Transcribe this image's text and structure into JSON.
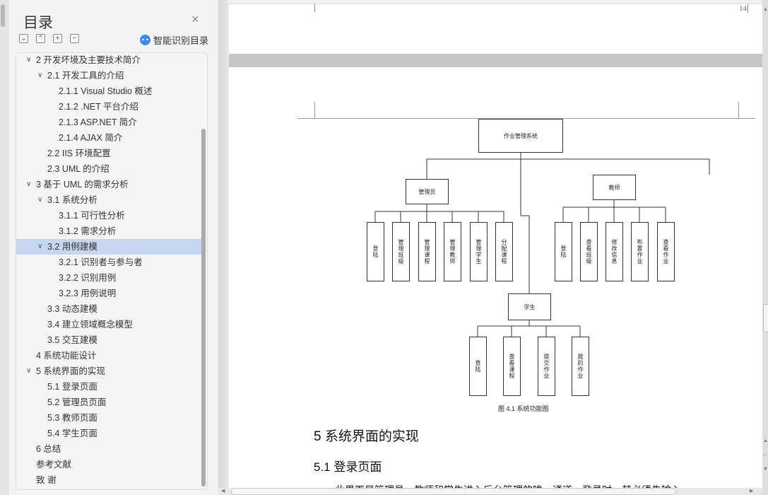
{
  "toc_panel": {
    "title": "目录",
    "close_icon": "×",
    "tools": [
      {
        "name": "expand-down-icon",
        "glyph": "⌄"
      },
      {
        "name": "collapse-up-icon",
        "glyph": "⌃"
      },
      {
        "name": "expand-all-icon",
        "glyph": "+"
      },
      {
        "name": "collapse-all-icon",
        "glyph": "−"
      }
    ],
    "smart_toc_label": "智能识别目录",
    "items": [
      {
        "label": "2  开发坏境及主要技术简介",
        "level": 1,
        "expanded": true
      },
      {
        "label": "2.1  开发工具的介绍",
        "level": 2,
        "expanded": true
      },
      {
        "label": "2.1.1 Visual Studio 概述",
        "level": 3
      },
      {
        "label": "2.1.2 .NET 平台介绍",
        "level": 3
      },
      {
        "label": "2.1.3 ASP.NET 简介",
        "level": 3
      },
      {
        "label": "2.1.4 AJAX 简介",
        "level": 3
      },
      {
        "label": "2.2 IIS 环境配置",
        "level": 2
      },
      {
        "label": "2.3 UML 的介绍",
        "level": 2
      },
      {
        "label": "3  基于 UML 的需求分析",
        "level": 1,
        "expanded": true
      },
      {
        "label": "3.1  系统分析",
        "level": 2,
        "expanded": true
      },
      {
        "label": "3.1.1  可行性分析",
        "level": 3
      },
      {
        "label": "3.1.2  需求分析",
        "level": 3
      },
      {
        "label": "3.2  用例建模",
        "level": 2,
        "expanded": true,
        "selected": true
      },
      {
        "label": "3.2.1  识别者与参与者",
        "level": 3
      },
      {
        "label": "3.2.2  识别用例",
        "level": 3
      },
      {
        "label": "3.2.3  用例说明",
        "level": 3
      },
      {
        "label": "3.3  动态建模",
        "level": 2
      },
      {
        "label": "3.4  建立领域概念模型",
        "level": 2
      },
      {
        "label": "3.5  交互建模",
        "level": 2
      },
      {
        "label": "4  系统功能设计",
        "level": 1
      },
      {
        "label": "5  系统界面的实现",
        "level": 1,
        "expanded": true
      },
      {
        "label": "5.1  登录页面",
        "level": 2
      },
      {
        "label": "5.2  管理员页面",
        "level": 2
      },
      {
        "label": "5.3  教师页面",
        "level": 2
      },
      {
        "label": "5.4  学生页面",
        "level": 2
      },
      {
        "label": "6  总结",
        "level": 1
      },
      {
        "label": "参考文献",
        "level": 1
      },
      {
        "label": "致    谢",
        "level": 1
      }
    ]
  },
  "document": {
    "prev_page_number": "14",
    "diagram": {
      "root": "作业管理系统",
      "admin": {
        "label": "管理员",
        "children": [
          "登陆",
          "管理班级",
          "管理课程",
          "管理教师",
          "管理学生",
          "分配课程"
        ]
      },
      "teacher": {
        "label": "教师",
        "children": [
          "登陆",
          "查看班级",
          "修改信息",
          "布置作业",
          "查看作业"
        ]
      },
      "student": {
        "label": "学生",
        "children": [
          "登陆",
          "查看课程",
          "提交作业",
          "我的作业"
        ]
      },
      "caption": "图 4.1    系统功能图"
    },
    "heading1": "5  系统界面的实现",
    "heading2": "5.1  登录页面",
    "paragraph_partial": "此界面是管理员、教师和学生进入后台管理的唯一通道，登录时，其必须先输入"
  }
}
